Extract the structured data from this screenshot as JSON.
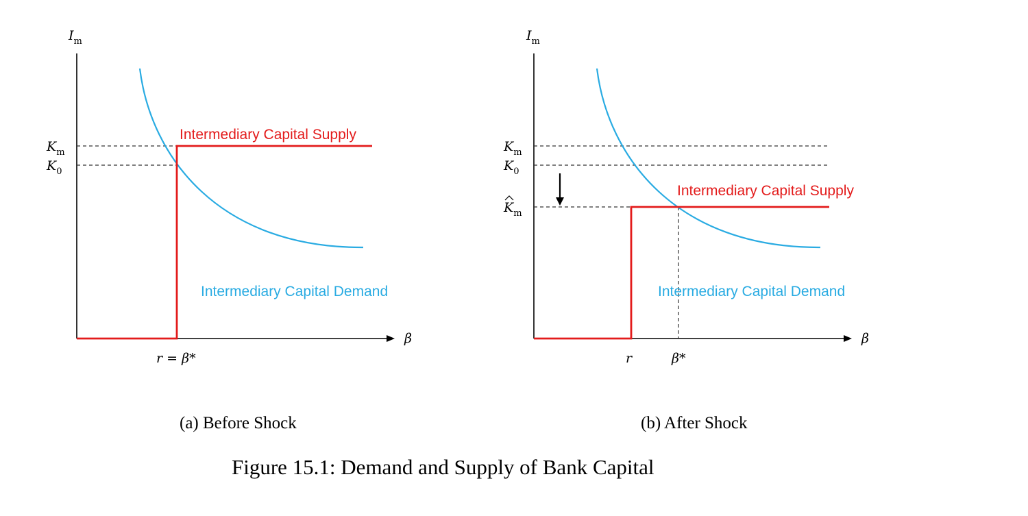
{
  "colors": {
    "supply": "#e31b1b",
    "demand": "#29abe2",
    "axis": "#000000",
    "guide": "#333333"
  },
  "panels": [
    {
      "id": "a",
      "y_axis_label": "I_m",
      "x_axis_label": "β",
      "y_ticks": [
        {
          "key": "Km",
          "base": "K",
          "sub": "m",
          "hat": false
        },
        {
          "key": "K0",
          "base": "K",
          "sub": "0",
          "hat": false
        }
      ],
      "x_tick_text": "r = β*",
      "supply_label": "Intermediary Capital Supply",
      "demand_label": "Intermediary Capital Demand",
      "subcaption": "(a) Before Shock"
    },
    {
      "id": "b",
      "y_axis_label": "I_m",
      "x_axis_label": "β",
      "y_ticks": [
        {
          "key": "Km",
          "base": "K",
          "sub": "m",
          "hat": false
        },
        {
          "key": "K0",
          "base": "K",
          "sub": "0",
          "hat": false
        },
        {
          "key": "Khat",
          "base": "K",
          "sub": "m",
          "hat": true
        }
      ],
      "x_tick_r": "r",
      "x_tick_beta": "β*",
      "supply_label": "Intermediary Capital Supply",
      "demand_label": "Intermediary Capital Demand",
      "subcaption": "(b) After Shock"
    }
  ],
  "caption": "Figure 15.1: Demand and Supply of Bank Capital"
}
